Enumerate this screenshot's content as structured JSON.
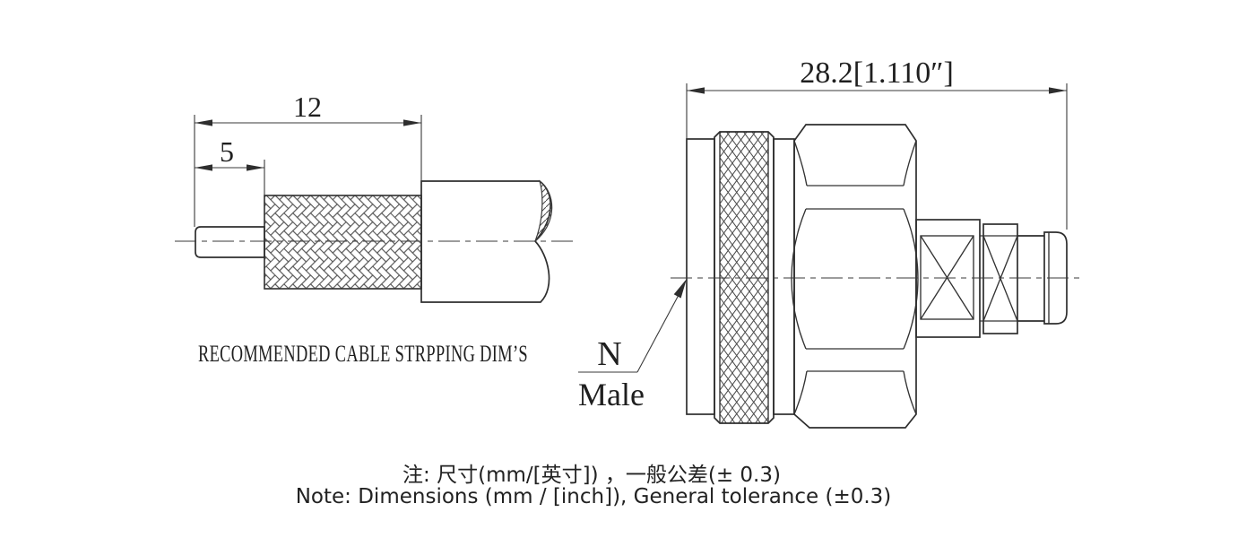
{
  "canvas": {
    "background": "#ffffff",
    "ink": "#2e2e2e"
  },
  "cable_diagram": {
    "title": "RECOMMENDED CABLE STRPPING DIM’S",
    "dim_overall_mm": "12",
    "dim_pin_mm": "5"
  },
  "connector_diagram": {
    "dim_overall": "28.2[1.110″]",
    "series_label": "N",
    "gender_label": "Male"
  },
  "notes": {
    "zh": "注: 尺寸(mm/[英寸]) ，一般公差(± 0.3)",
    "en": "Note: Dimensions (mm / [inch]), General tolerance (±0.3)"
  }
}
